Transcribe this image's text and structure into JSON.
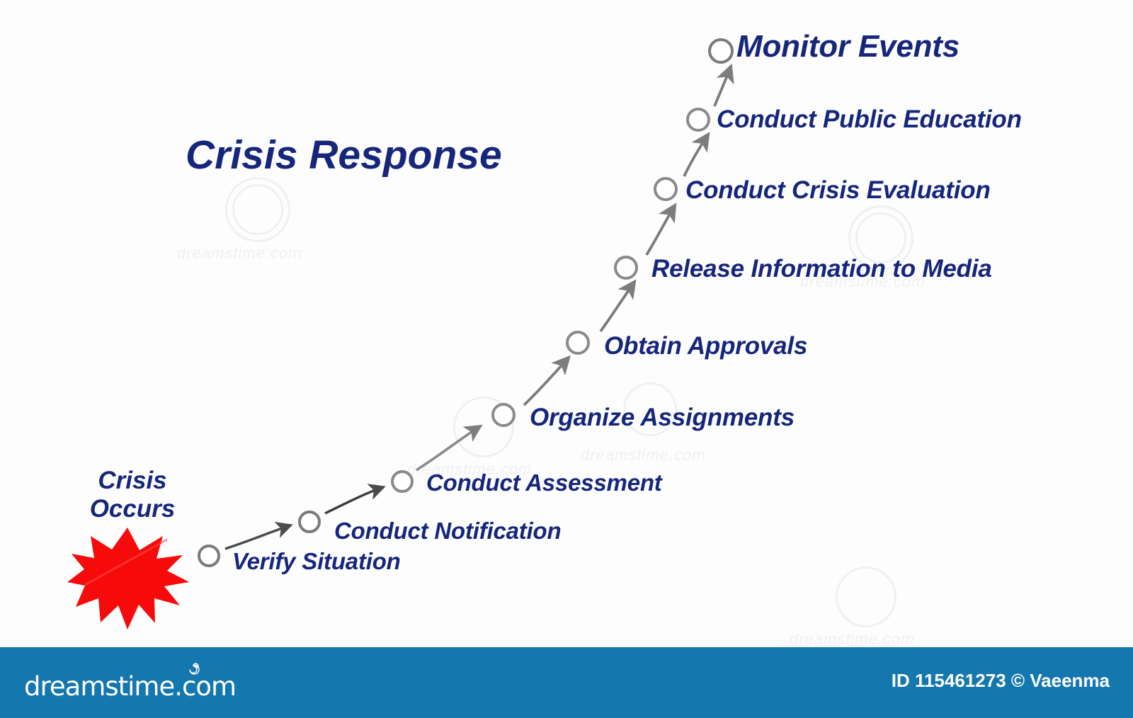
{
  "diagram": {
    "title": "Crisis Response",
    "start_event": {
      "label_line1": "Crisis",
      "label_line2": "Occurs",
      "icon": "red-starburst"
    },
    "node_color": "#7a7a7a",
    "label_color": "#16267a",
    "arrow_color": "#5a5a5a",
    "steps": [
      {
        "id": "verify-situation",
        "label": "Verify Situation"
      },
      {
        "id": "conduct-notification",
        "label": "Conduct Notification"
      },
      {
        "id": "conduct-assessment",
        "label": "Conduct Assessment"
      },
      {
        "id": "organize-assignments",
        "label": "Organize Assignments"
      },
      {
        "id": "obtain-approvals",
        "label": "Obtain Approvals"
      },
      {
        "id": "release-information",
        "label": "Release Information to Media"
      },
      {
        "id": "conduct-crisis-evaluation",
        "label": "Conduct Crisis Evaluation"
      },
      {
        "id": "conduct-public-education",
        "label": "Conduct Public Education"
      },
      {
        "id": "monitor-events",
        "label": "Monitor Events"
      }
    ]
  },
  "watermark": {
    "text": "dreamstime.com"
  },
  "footer": {
    "logo_text": "dreamstime",
    "logo_suffix": ".com",
    "background": "#1478ae",
    "credit": "ID 115461273 © Vaeenma"
  }
}
